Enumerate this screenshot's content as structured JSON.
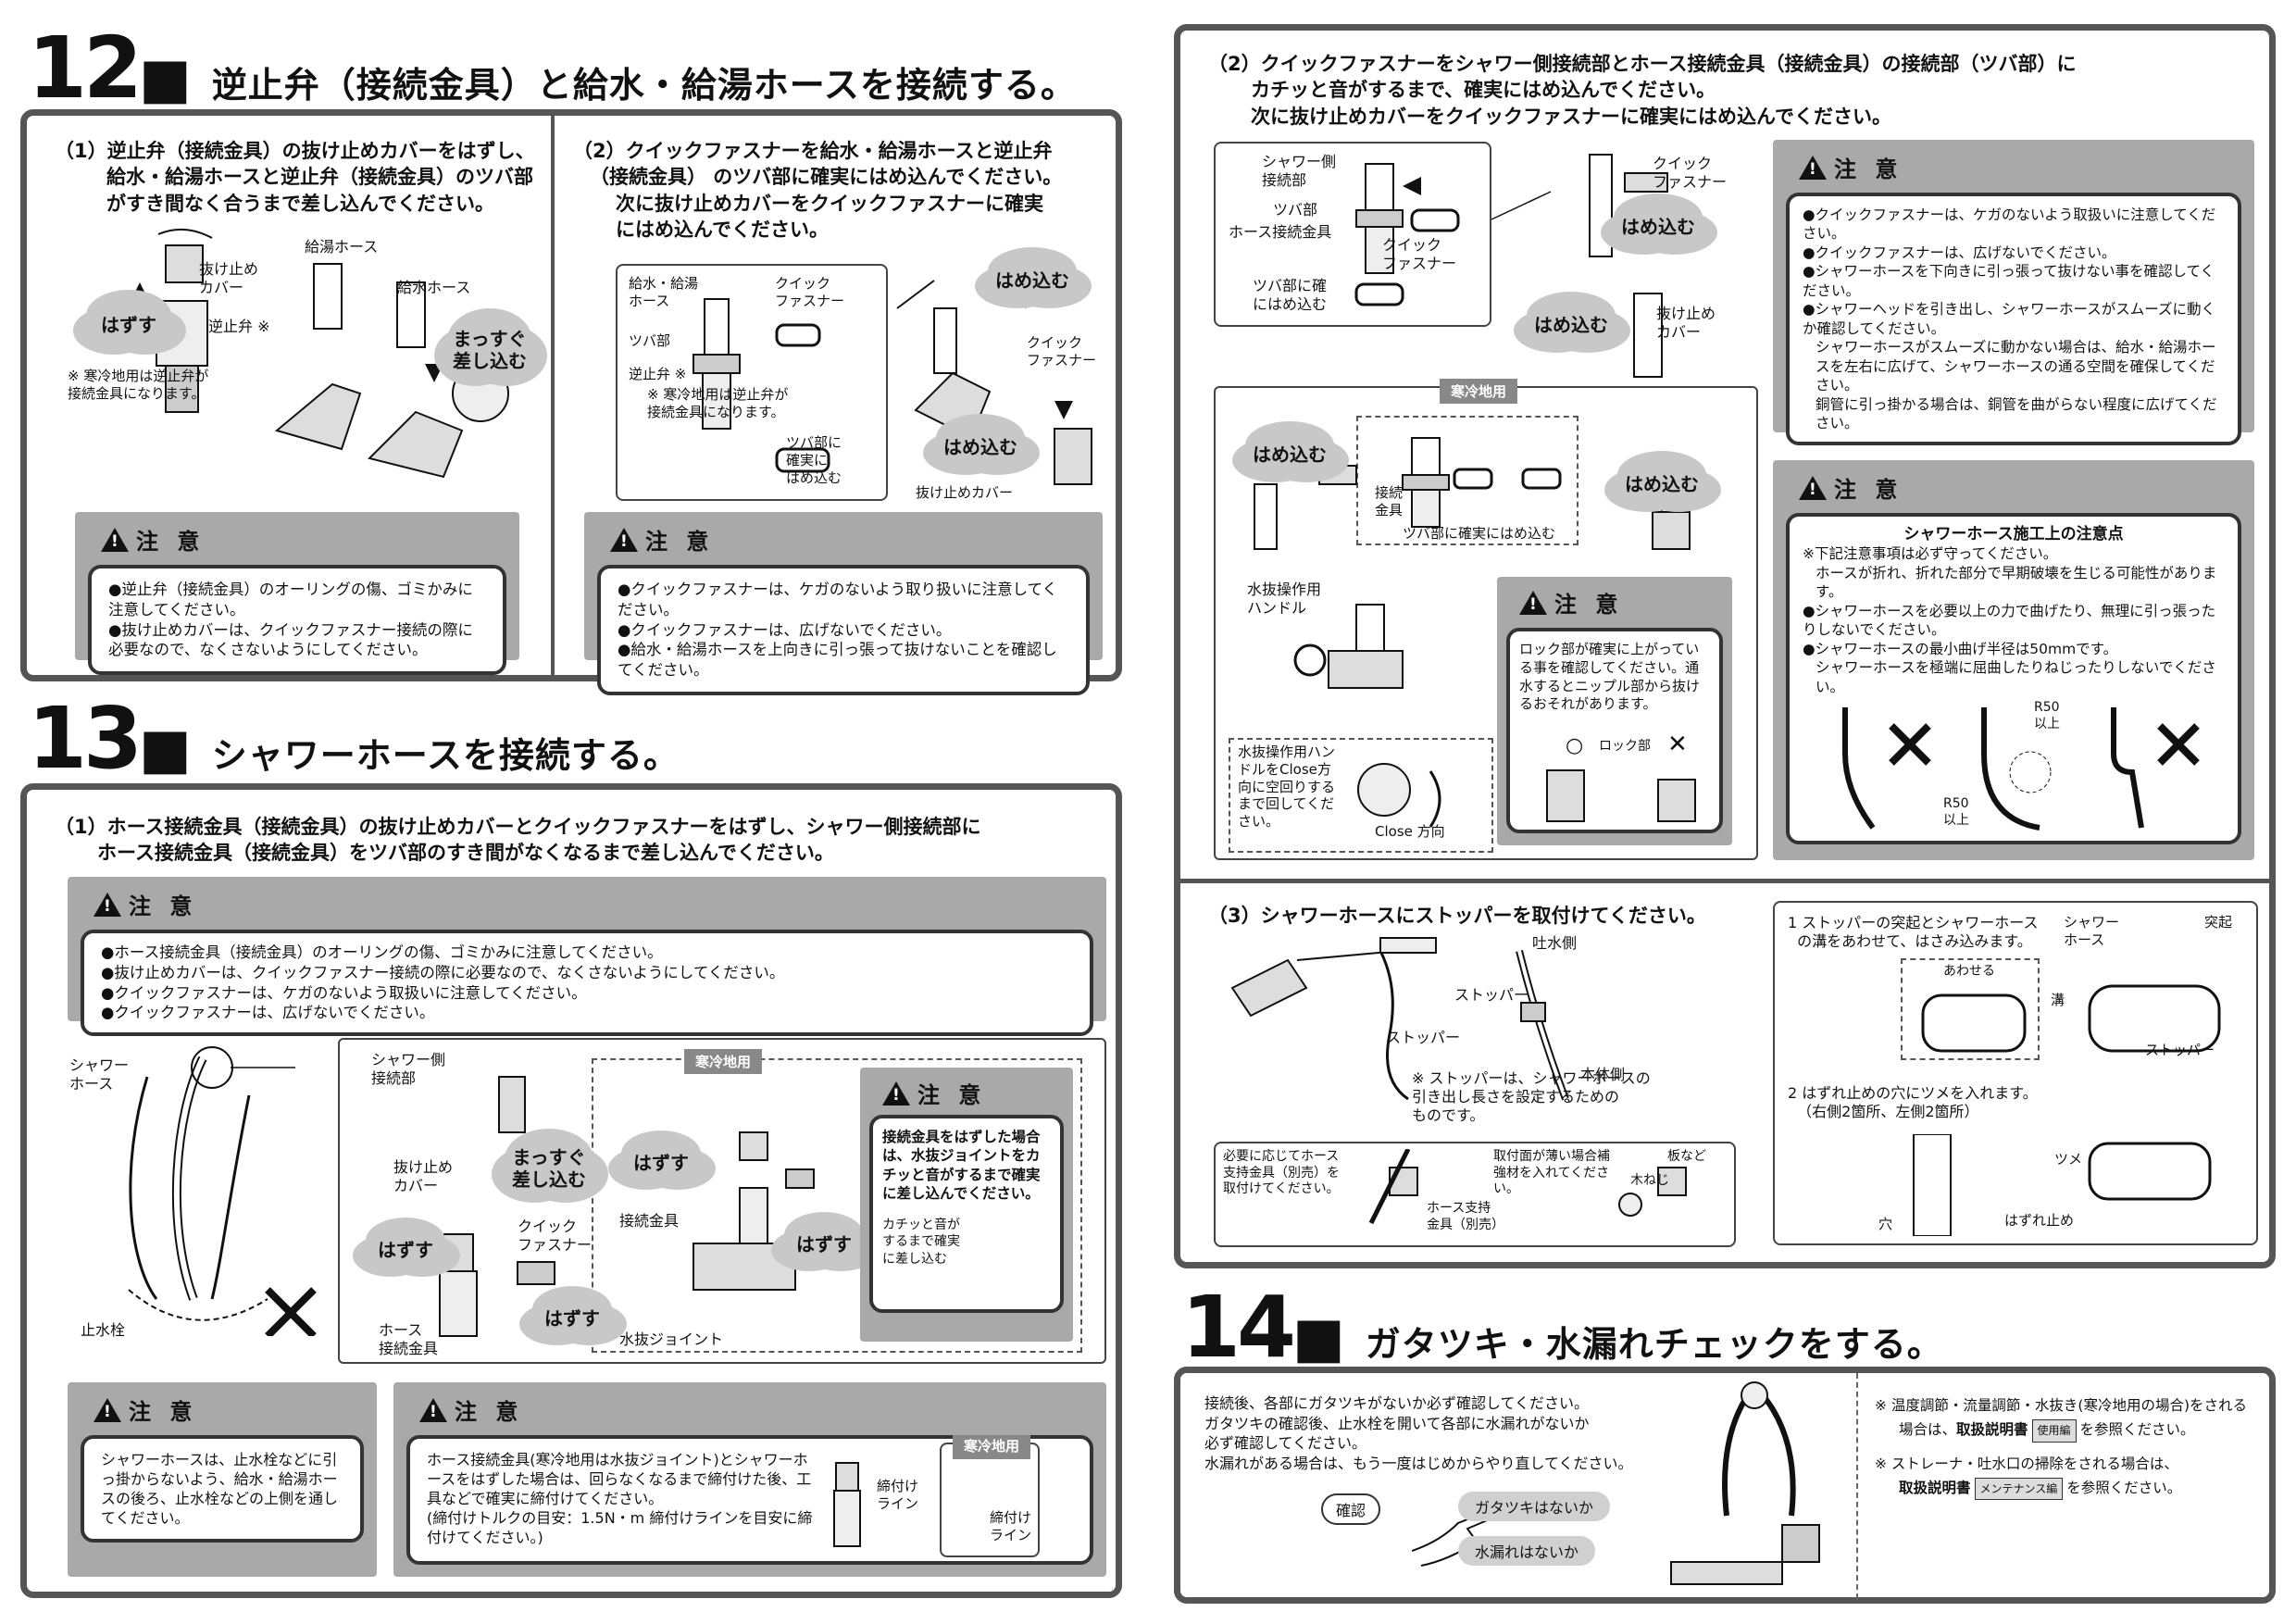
{
  "step12": {
    "num": "12",
    "title": "逆止弁（接続金具）と給水・給湯ホースを接続する。",
    "s1": {
      "lines": [
        "（1）逆止弁（接続金具）の抜け止めカバーをはずし、",
        "給水・給湯ホースと逆止弁（接続金具）のツバ部",
        "がすき間なく合うまで差し込んでください。"
      ],
      "labels": {
        "cover": "抜け止め\nカバー",
        "valve": "逆止弁 ※",
        "note": "※ 寒冷地用は逆止弁が\n接続金具になります。",
        "hot": "給湯ホース",
        "cold": "給水ホース"
      },
      "clouds": {
        "remove": "はずす",
        "straight": "まっすぐ\n差し込む"
      },
      "caution": {
        "title": "注 意",
        "items": [
          "●逆止弁（接続金具）のオーリングの傷、ゴミかみに注意してください。",
          "●抜け止めカバーは、クイックファスナー接続の際に必要なので、なくさないようにしてください。"
        ]
      }
    },
    "s2": {
      "lines": [
        "（2）クイックファスナーを給水・給湯ホースと逆止弁",
        "（接続金具） のツバ部に確実にはめ込んでください。",
        "次に抜け止めカバーをクイックファスナーに確実",
        "にはめ込んでください。"
      ],
      "labels": {
        "hose": "給水・給湯\nホース",
        "fastener": "クイック\nファスナー",
        "flange": "ツバ部",
        "valve": "逆止弁 ※",
        "note": "※ 寒冷地用は逆止弁が\n接続金具になります。",
        "fit": "ツバ部に\n確実に\nはめ込む",
        "fastener2": "クイック\nファスナー",
        "cover": "抜け止めカバー"
      },
      "clouds": {
        "fit1": "はめ込む",
        "fit2": "はめ込む"
      },
      "caution": {
        "title": "注 意",
        "items": [
          "●クイックファスナーは、ケガのないよう取り扱いに注意してください。",
          "●クイックファスナーは、広げないでください。",
          "●給水・給湯ホースを上向きに引っ張って抜けないことを確認してください。"
        ]
      }
    }
  },
  "step13": {
    "num": "13",
    "title": "シャワーホースを接続する。",
    "s1": {
      "lines": [
        "（1）ホース接続金具（接続金具）の抜け止めカバーとクイックファスナーをはずし、シャワー側接続部に",
        "ホース接続金具（接続金具）をツバ部のすき間がなくなるまで差し込んでください。"
      ],
      "caution": {
        "title": "注 意",
        "items": [
          "●ホース接続金具（接続金具）のオーリングの傷、ゴミかみに注意してください。",
          "●抜け止めカバーは、クイックファスナー接続の際に必要なので、なくさないようにしてください。",
          "●クイックファスナーは、ケガのないよう取扱いに注意してください。",
          "●クイックファスナーは、広げないでください。"
        ]
      },
      "labels": {
        "shower_hose": "シャワー\nホース",
        "stopcock": "止水栓",
        "shower_side": "シャワー側\n接続部",
        "cover": "抜け止め\nカバー",
        "fastener": "クイック\nファスナー",
        "hose_fitting": "ホース\n接続金具",
        "fitting": "接続金具",
        "drain_joint": "水抜ジョイント"
      },
      "clouds": {
        "straight": "まっすぐ\n差し込む",
        "remove1": "はずす",
        "remove2": "はずす",
        "remove3": "はずす",
        "remove4": "はずす"
      },
      "cold_tag": "寒冷地用",
      "inner_caution": {
        "title": "注 意",
        "text": "接続金具をはずした場合は、水抜ジョイントをカチッと音がするまで確実に差し込んでください。",
        "sub": "カチッと音が\nするまで確実\nに差し込む"
      },
      "caution2": {
        "title": "注 意",
        "text": "シャワーホースは、止水栓などに引っ掛からないよう、給水・給湯ホースの後ろ、止水栓などの上側を通してください。"
      },
      "caution3": {
        "title": "注 意",
        "text": "ホース接続金具(寒冷地用は水抜ジョイント)とシャワーホースをはずした場合は、回らなくなるまで締付けた後、工具などで確実に締付けてください。\n(締付けトルクの目安：1.5N・m 締付けラインを目安に締付けてください。)",
        "line1": "締付け\nライン",
        "tag": "寒冷地用",
        "line2": "締付け\nライン"
      }
    }
  },
  "right": {
    "s2": {
      "lines": [
        "（2）クイックファスナーをシャワー側接続部とホース接続金具（接続金具）の接続部（ツバ部）に",
        "カチッと音がするまで、確実にはめ込んでください。",
        "次に抜け止めカバーをクイックファスナーに確実にはめ込んでください。"
      ],
      "labels": {
        "shower_side": "シャワー側\n接続部",
        "flange": "ツバ部",
        "hose_fitting": "ホース接続金具",
        "fastener": "クイック\nファスナー",
        "fit": "ツバ部に確\nにはめ込む",
        "fastener2": "クイック\nファスナー",
        "cover": "抜け止め\nカバー"
      },
      "clouds": {
        "fit1": "はめ込む",
        "fit2": "はめ込む",
        "fit3": "はめ込む",
        "fit4": "はめ込む"
      },
      "cold_tag": "寒冷地用",
      "cold_labels": {
        "fitting": "接続\n金具",
        "fit": "ツバ部に確実にはめ込む",
        "handle": "水抜操作用\nハンドル",
        "handle_note": "水抜操作用ハン\nドルをClose方\n向に空回りする\nまで回してくだ\nさい。",
        "close": "Close 方向"
      },
      "lock_caution": {
        "title": "注 意",
        "text": "ロック部が確実に上がっている事を確認してください。通水するとニップル部から抜けるおそれがあります。",
        "lock": "ロック部"
      },
      "caution_a": {
        "title": "注 意",
        "items": [
          "●クイックファスナーは、ケガのないよう取扱いに注意してください。",
          "●クイックファスナーは、広げないでください。",
          "●シャワーホースを下向きに引っ張って抜けない事を確認してください。",
          "●シャワーヘッドを引き出し、シャワーホースがスムーズに動くか確認してください。",
          "シャワーホースがスムーズに動かない場合は、給水・給湯ホースを左右に広げて、シャワーホースの通る空間を確保してください。",
          "銅管に引っ掛かる場合は、銅管を曲がらない程度に広げてください。"
        ]
      },
      "caution_b": {
        "title": "注 意",
        "heading": "シャワーホース施工上の注意点",
        "items": [
          "※下記注意事項は必ず守ってください。",
          "ホースが折れ、折れた部分で早期破壊を生じる可能性があります。",
          "●シャワーホースを必要以上の力で曲げたり、無理に引っ張ったりしないでください。",
          "●シャワーホースの最小曲げ半径は50mmです。",
          "シャワーホースを極端に屈曲したりねじったりしないでください。"
        ],
        "r50a": "R50\n以上",
        "r50b": "R50\n以上"
      }
    },
    "s3": {
      "line": "（3）シャワーホースにストッパーを取付けてください。",
      "labels": {
        "spout": "吐水側",
        "stopper": "ストッパー",
        "stopper2": "ストッパー",
        "body": "本体側",
        "note": "※ ストッパーは、シャワーホースの\n引き出し長さを設定するための\nものです。",
        "holder_note": "必要に応じてホース\n支持金具（別売）を\n取付けてください。",
        "holder": "ホース支持\n金具（別売）",
        "thin_note": "取付面が薄い場合補\n強材を入れてくださ\nい。",
        "board": "板など",
        "screw": "木ねじ"
      },
      "steps": {
        "s1": "1 ストッパーの突起とシャワーホース\n  の溝をあわせて、はさみ込みます。",
        "align": "あわせる",
        "hose": "シャワー\nホース",
        "groove": "溝",
        "bump": "突起",
        "stopper": "ストッパー",
        "s2": "2 はずれ止めの穴にツメを入れます。\n  （右側2箇所、左側2箇所）",
        "claw": "ツメ",
        "hole": "穴",
        "stop": "はずれ止め"
      }
    }
  },
  "step14": {
    "num": "14",
    "title": "ガタツキ・水漏れチェックをする。",
    "text": [
      "接続後、各部にガタツキがないか必ず確認してください。",
      "ガタツキの確認後、止水栓を開いて各部に水漏れがないか",
      "必ず確認してください。",
      "水漏れがある場合は、もう一度はじめからやり直してください。"
    ],
    "confirm": "確認",
    "check1": "ガタツキはないか",
    "check2": "水漏れはないか",
    "ref1a": "※ 温度調節・流量調節・水抜き(寒冷地用の場合)をされる",
    "ref1b": "場合は、",
    "ref1c": "取扱説明書",
    "ref1chip": "使用編",
    "ref1d": "を参照ください。",
    "ref2a": "※ ストレーナ・吐水口の掃除をされる場合は、",
    "ref2c": "取扱説明書",
    "ref2chip": "メンテナンス編",
    "ref2d": "を参照ください。"
  },
  "colors": {
    "frame": "#555555",
    "caution_bg": "#a9a9a9",
    "cloud": "#c8c8c8"
  }
}
